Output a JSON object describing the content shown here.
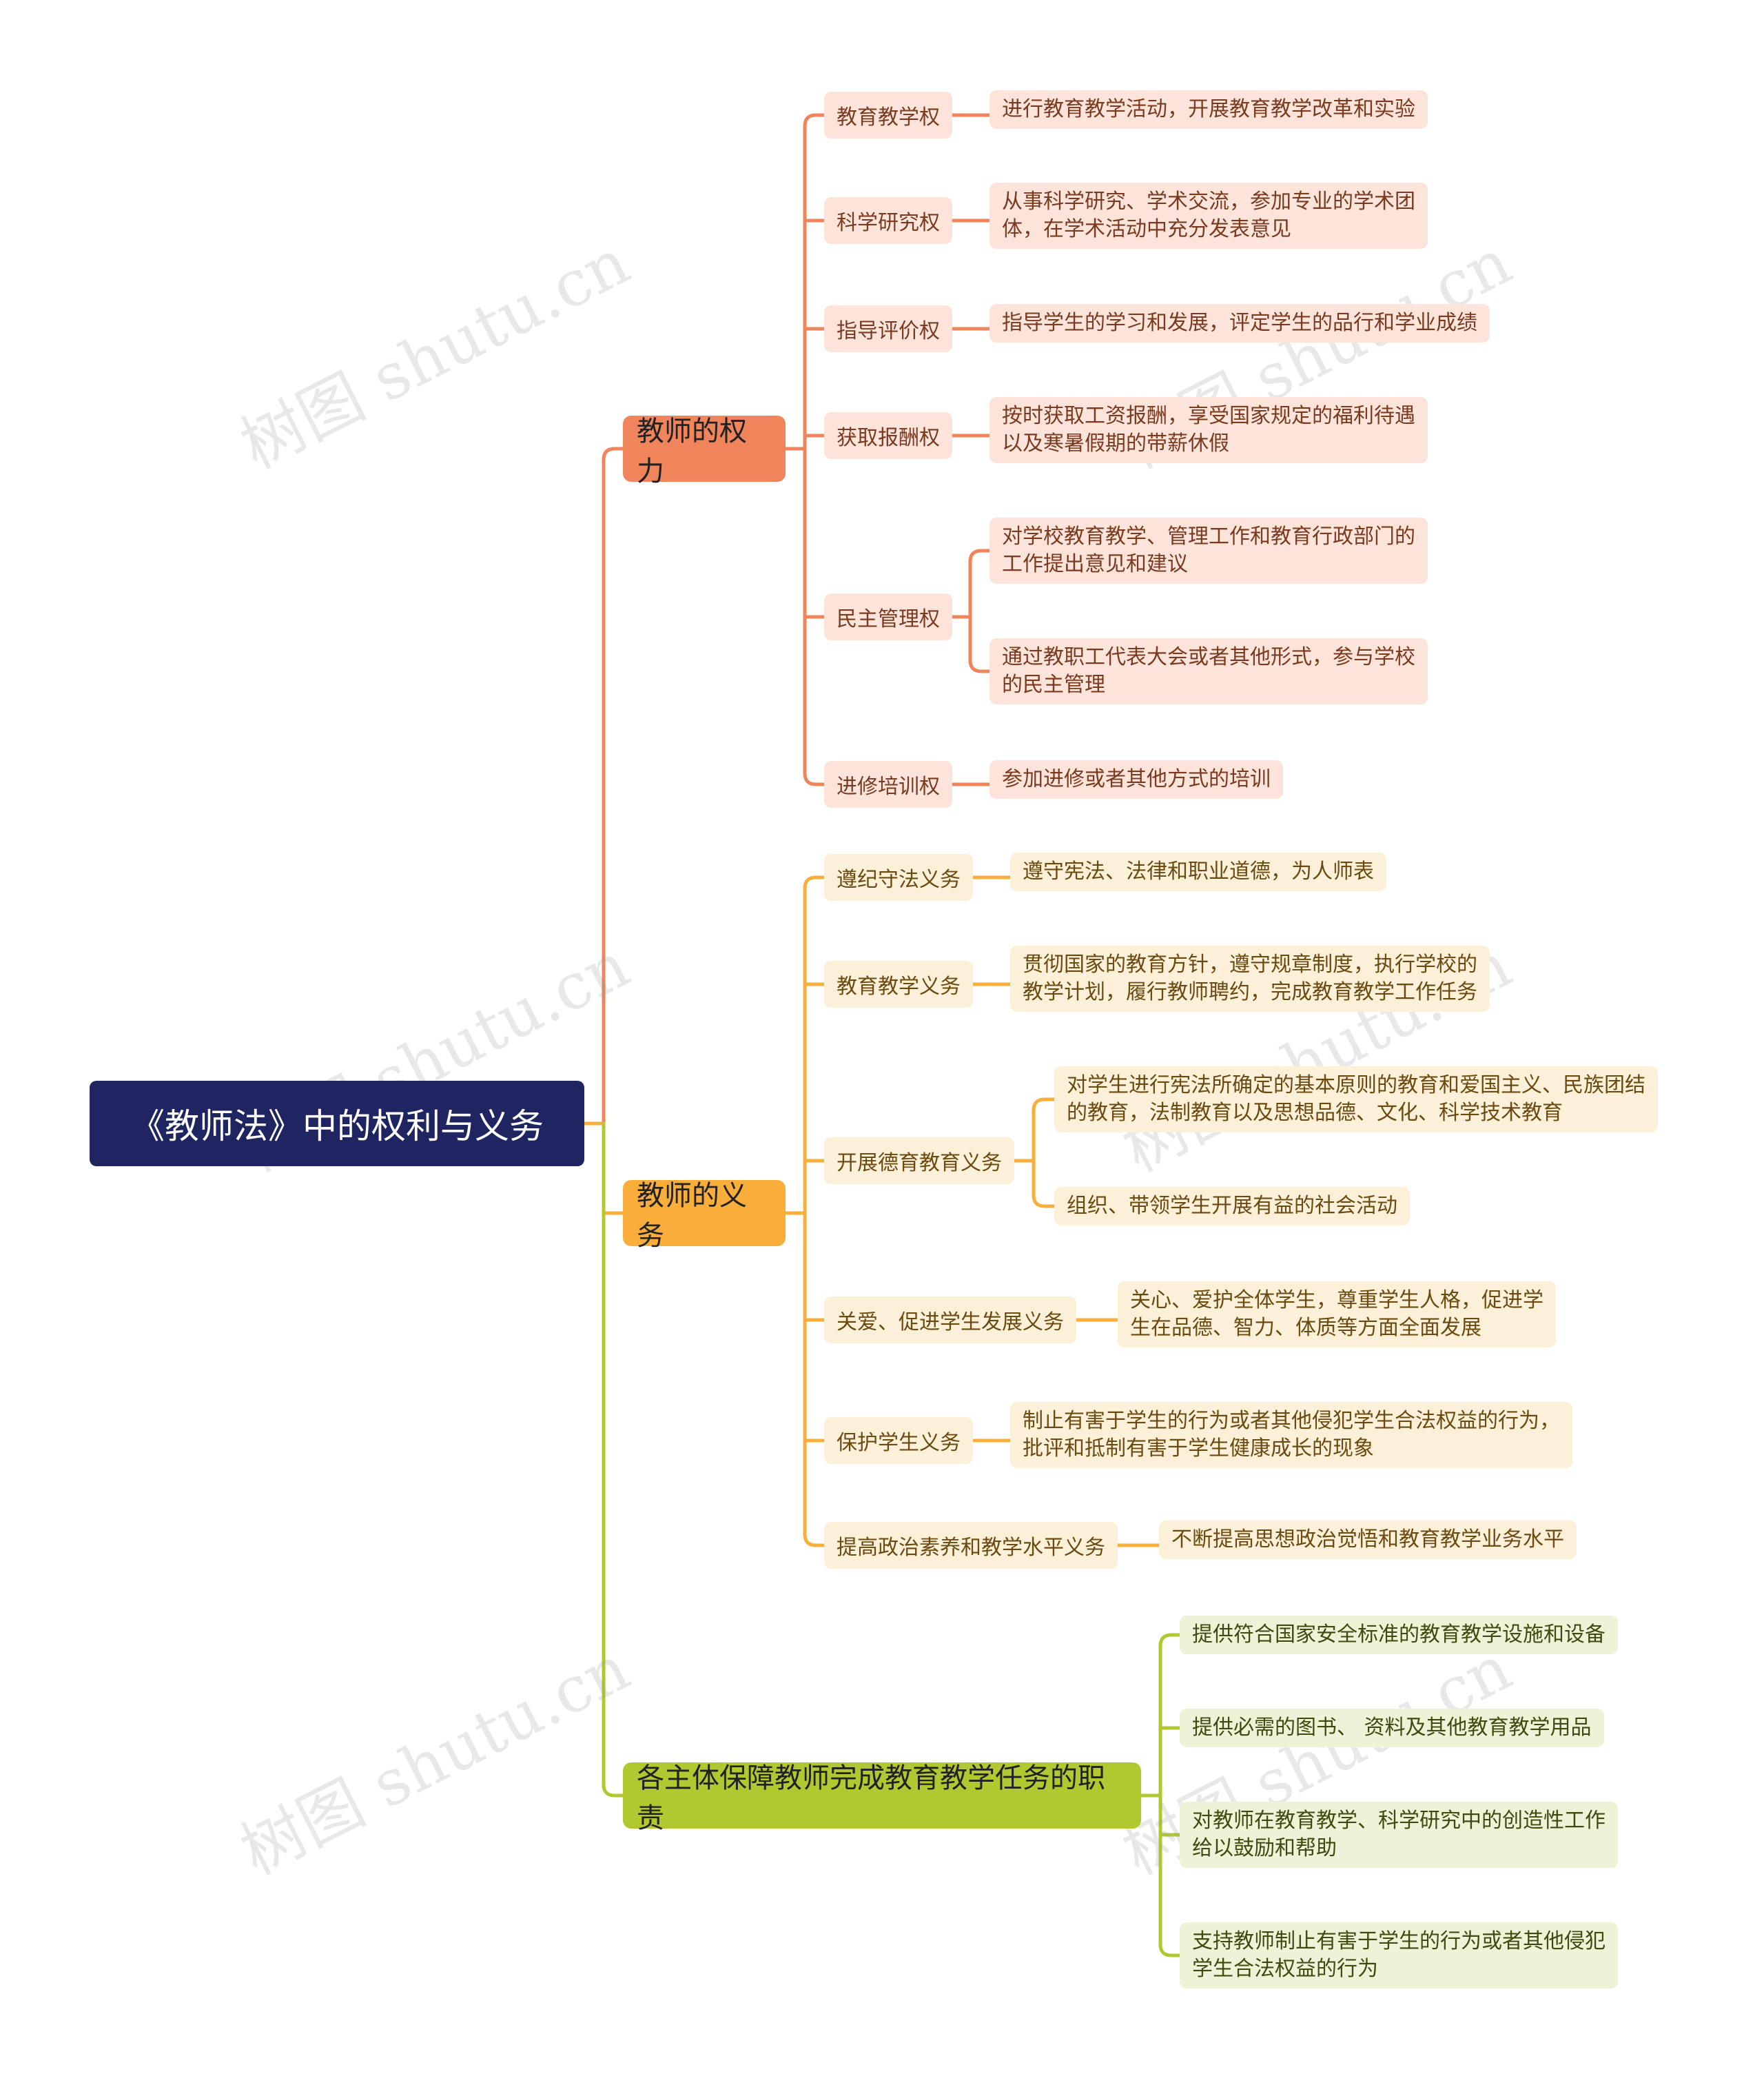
{
  "root": "《教师法》中的权利与义务",
  "watermark": "树图 shutu.cn",
  "branches": [
    {
      "label": "教师的权力",
      "color": "#f0845a",
      "items": [
        {
          "label": "教育教学权",
          "details": [
            "进行教育教学活动，开展教育教学改革和实验"
          ]
        },
        {
          "label": "科学研究权",
          "details": [
            "从事科学研究、学术交流，参加专业的学术团\n体，在学术活动中充分发表意见"
          ]
        },
        {
          "label": "指导评价权",
          "details": [
            "指导学生的学习和发展，评定学生的品行和学业成绩"
          ]
        },
        {
          "label": "获取报酬权",
          "details": [
            "按时获取工资报酬，享受国家规定的福利待遇\n以及寒暑假期的带薪休假"
          ]
        },
        {
          "label": "民主管理权",
          "details": [
            "对学校教育教学、管理工作和教育行政部门的\n工作提出意见和建议",
            "通过教职工代表大会或者其他形式，参与学校\n的民主管理"
          ]
        },
        {
          "label": "进修培训权",
          "details": [
            "参加进修或者其他方式的培训"
          ]
        }
      ]
    },
    {
      "label": "教师的义务",
      "color": "#f9ad3a",
      "items": [
        {
          "label": "遵纪守法义务",
          "details": [
            "遵守宪法、法律和职业道德，为人师表"
          ]
        },
        {
          "label": "教育教学义务",
          "details": [
            "贯彻国家的教育方针，遵守规章制度，执行学校的\n教学计划，履行教师聘约，完成教育教学工作任务"
          ]
        },
        {
          "label": "开展德育教育义务",
          "details": [
            "对学生进行宪法所确定的基本原则的教育和爱国主义、民族团结\n的教育，法制教育以及思想品德、文化、科学技术教育",
            "组织、带领学生开展有益的社会活动"
          ]
        },
        {
          "label": "关爱、促进学生发展义务",
          "details": [
            "关心、爱护全体学生，尊重学生人格，促进学\n生在品德、智力、体质等方面全面发展"
          ]
        },
        {
          "label": "保护学生义务",
          "details": [
            "制止有害于学生的行为或者其他侵犯学生合法权益的行为，\n批评和抵制有害于学生健康成长的现象"
          ]
        },
        {
          "label": "提高政治素养和教学水平义务",
          "details": [
            "不断提高思想政治觉悟和教育教学业务水平"
          ]
        }
      ]
    },
    {
      "label": "各主体保障教师完成教育教学任务的职责",
      "color": "#b2c831",
      "details": [
        "提供符合国家安全标准的教育教学设施和设备",
        "提供必需的图书、 资料及其他教育教学用品",
        "对教师在教育教学、科学研究中的创造性工作\n给以鼓励和帮助",
        "支持教师制止有害于学生的行为或者其他侵犯\n学生合法权益的行为"
      ]
    }
  ]
}
